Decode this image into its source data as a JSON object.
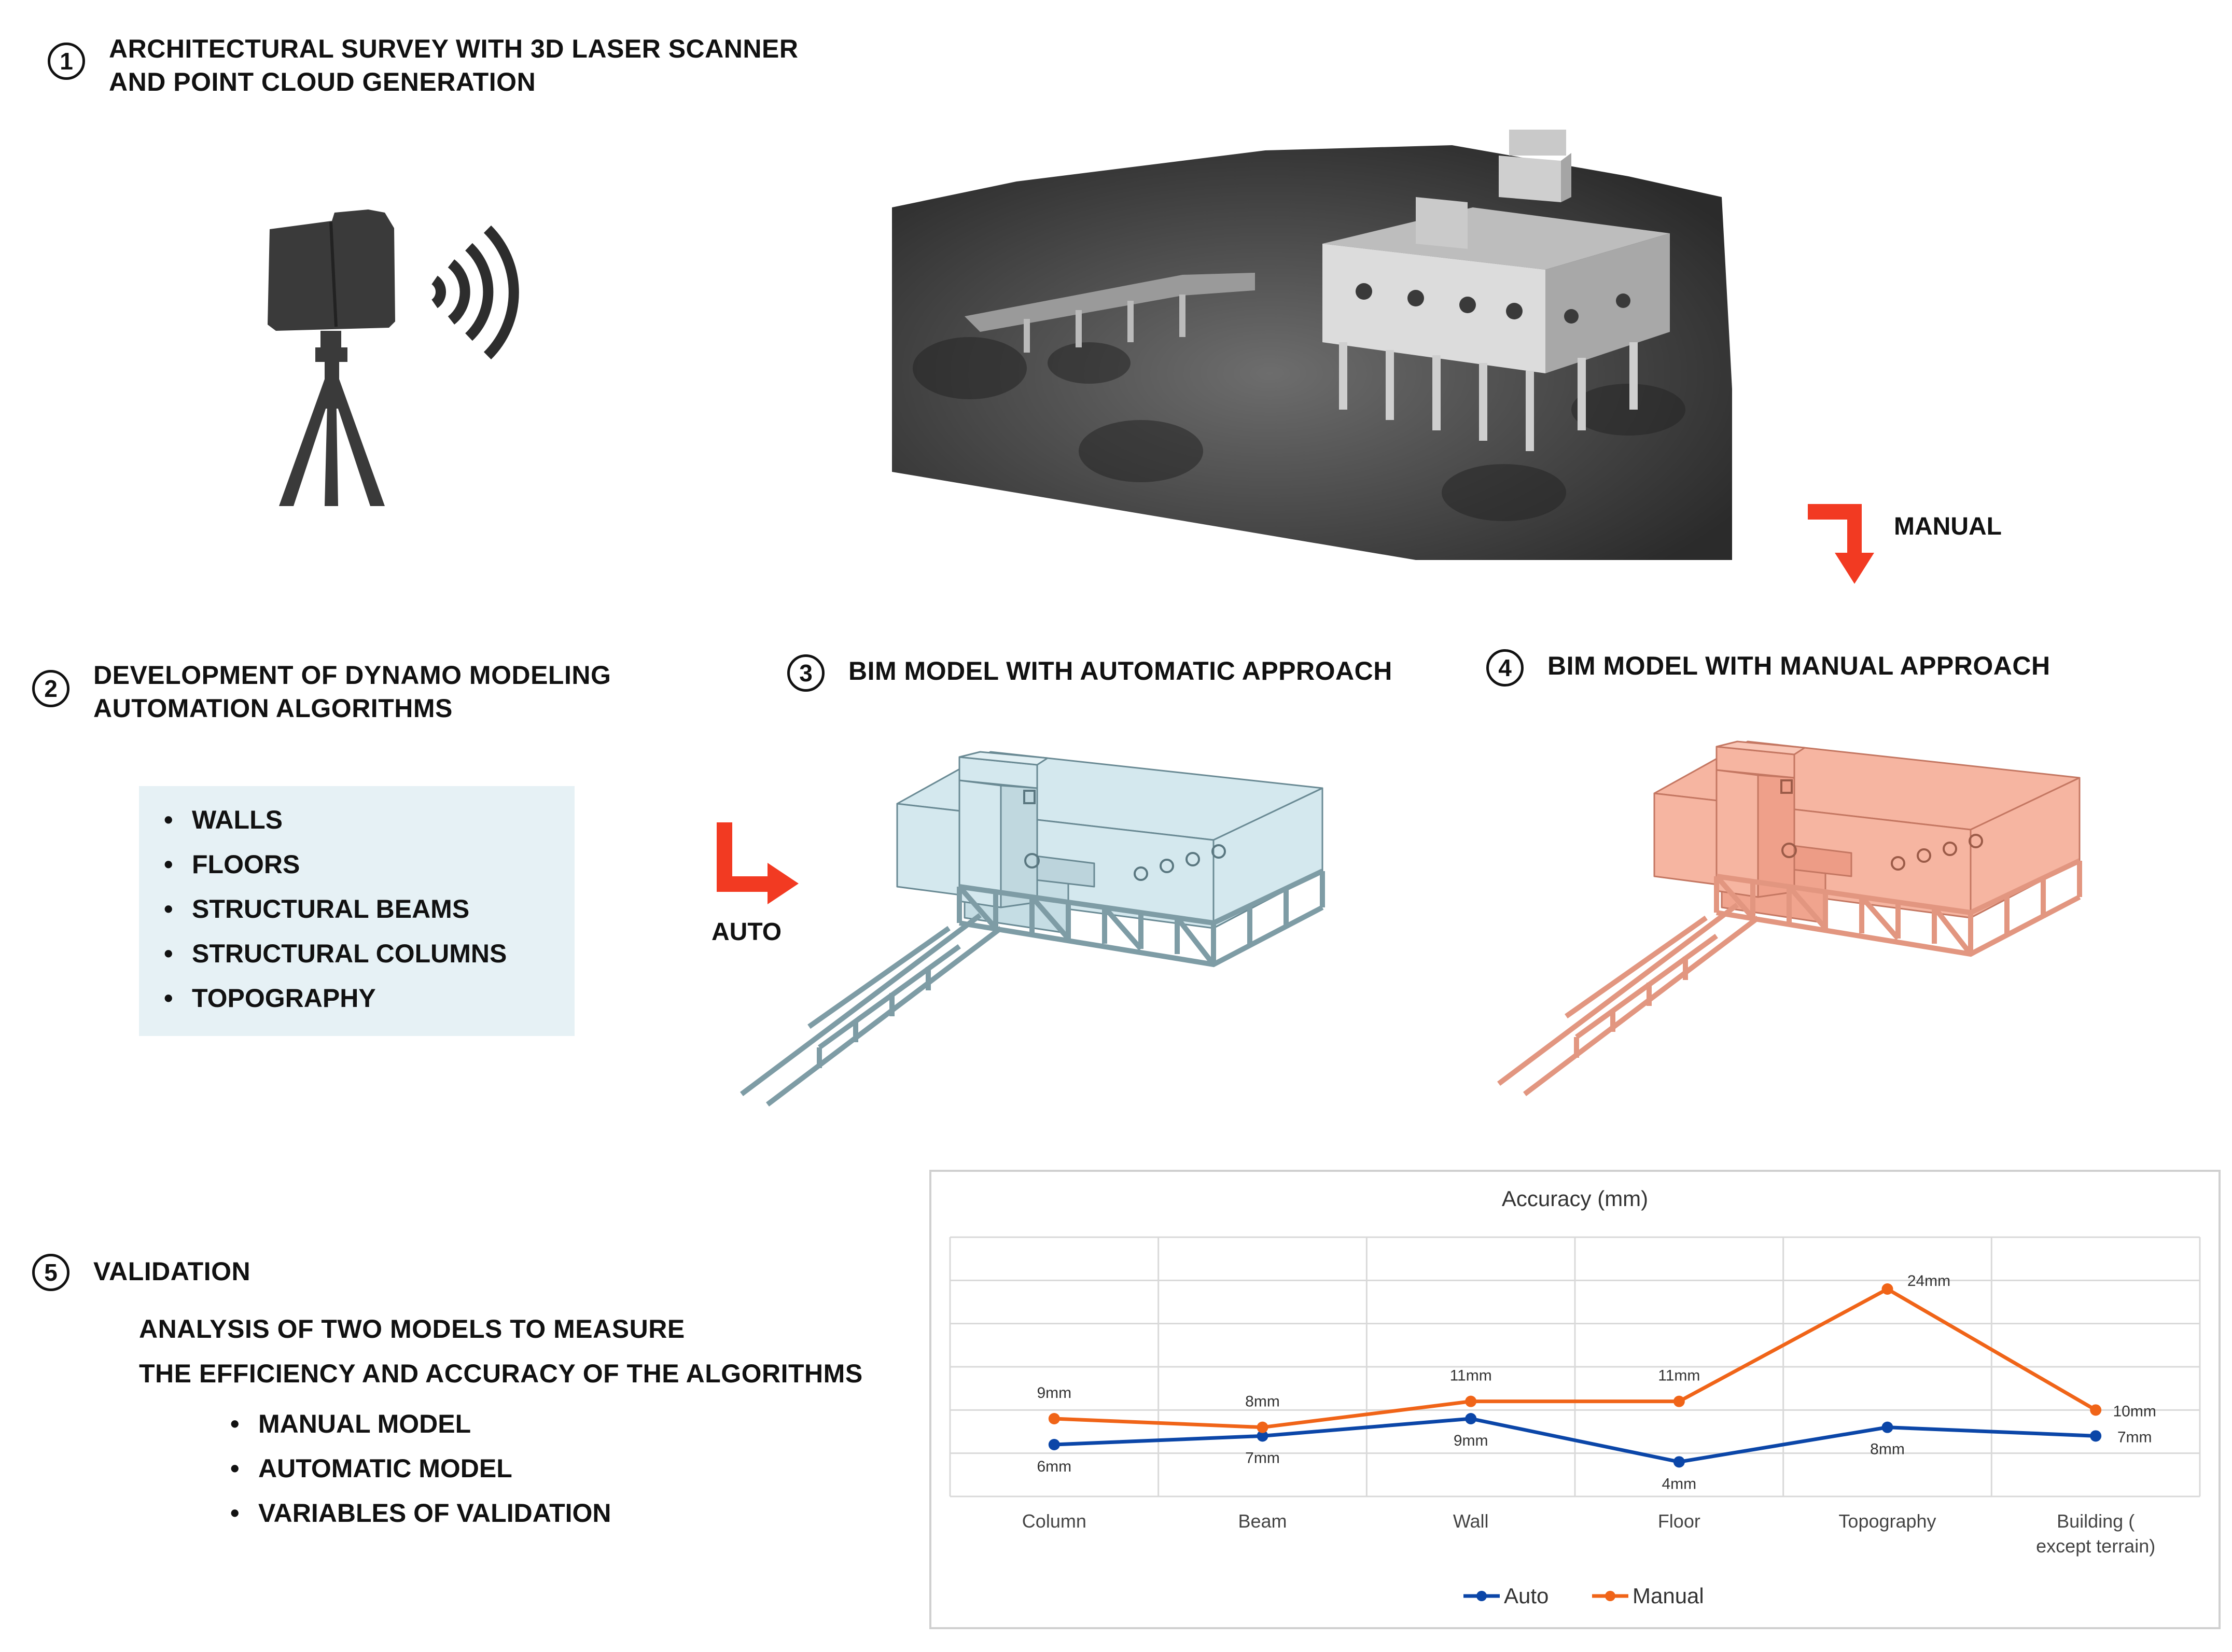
{
  "steps": [
    {
      "num": "1",
      "line1": "ARCHITECTURAL SURVEY WITH 3D LASER SCANNER",
      "line2": "AND POINT CLOUD GENERATION"
    },
    {
      "num": "2",
      "line1": "DEVELOPMENT OF DYNAMO MODELING",
      "line2": "AUTOMATION ALGORITHMS"
    },
    {
      "num": "3",
      "line1": "BIM MODEL WITH AUTOMATIC APPROACH"
    },
    {
      "num": "4",
      "line1": "BIM MODEL WITH MANUAL APPROACH"
    },
    {
      "num": "5",
      "line1": "VALIDATION"
    }
  ],
  "algorithms": [
    "WALLS",
    "FLOORS",
    "STRUCTURAL BEAMS",
    "STRUCTURAL COLUMNS",
    "TOPOGRAPHY"
  ],
  "arrows": {
    "auto": "AUTO",
    "manual": "MANUAL"
  },
  "validation": {
    "line1": "ANALYSIS OF TWO MODELS TO MEASURE",
    "line2": "THE EFFICIENCY AND ACCURACY OF THE ALGORITHMS",
    "items": [
      "MANUAL MODEL",
      "AUTOMATIC MODEL",
      "VARIABLES OF VALIDATION"
    ]
  },
  "colors": {
    "arrow": "#f23a22",
    "auto": "#0b46a8",
    "manual": "#f06418",
    "auto_model": "#d4e8ee",
    "manual_model": "#f6b5a1",
    "algo_box": "#e6f1f5"
  },
  "icons": [
    "laser-scanner-icon",
    "wireless-signal-icon",
    "tripod-icon"
  ],
  "chart_data": {
    "type": "line",
    "title": "Accuracy (mm)",
    "categories": [
      "Column",
      "Beam",
      "Wall",
      "Floor",
      "Topography",
      "Building (except terrain)"
    ],
    "series": [
      {
        "name": "Auto",
        "values": [
          6,
          7,
          9,
          4,
          8,
          7
        ],
        "labels": [
          "6mm",
          "7mm",
          "9mm",
          "4mm",
          "8mm",
          "7mm"
        ],
        "color": "#0b46a8"
      },
      {
        "name": "Manual",
        "values": [
          9,
          8,
          11,
          11,
          24,
          10
        ],
        "labels": [
          "9mm",
          "8mm",
          "11mm",
          "11mm",
          "24mm",
          "10mm"
        ],
        "color": "#f06418"
      }
    ],
    "ylim": [
      0,
      30
    ],
    "grid": true,
    "legend": "bottom"
  }
}
